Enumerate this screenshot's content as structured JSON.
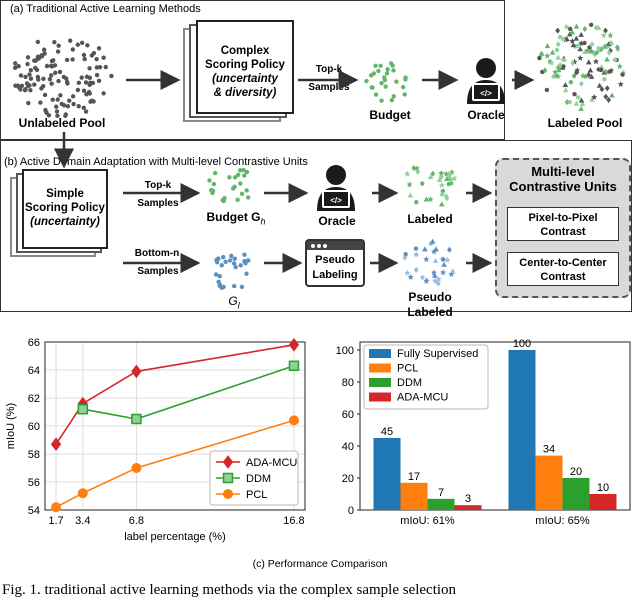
{
  "panel_a": {
    "title": "(a) Traditional Active Learning Methods",
    "policy_line1": "Complex",
    "policy_line2": "Scoring Policy",
    "policy_line3": "(uncertainty",
    "policy_line4": "& diversity)",
    "arrow_label_1": "Top-k",
    "arrow_label_2": "Samples",
    "budget": "Budget",
    "oracle": "Oracle",
    "labeled_pool": "Labeled Pool"
  },
  "unlabeled_pool": "Unlabeled Pool",
  "panel_b": {
    "title": "(b) Active Domain Adaptation with Multi-level Contrastive Units",
    "policy_line1": "Simple",
    "policy_line2": "Scoring Policy",
    "policy_line3": "(uncertainty)",
    "topk_1": "Top-k",
    "topk_2": "Samples",
    "bottomn_1": "Bottom-n",
    "bottomn_2": "Samples",
    "budget": "Budget G",
    "budget_sub": "h",
    "g_l": "G",
    "g_l_sub": "l",
    "oracle": "Oracle",
    "labeled": "Labeled",
    "pseudo_labeling_1": "Pseudo",
    "pseudo_labeling_2": "Labeling",
    "pseudo_labeled_1": "Pseudo",
    "pseudo_labeled_2": "Labeled",
    "mcu_title_1": "Multi-level",
    "mcu_title_2": "Contrastive Units",
    "pixel_1": "Pixel-to-Pixel",
    "pixel_2": "Contrast",
    "center_1": "Center-to-Center",
    "center_2": "Contrast"
  },
  "panel_c_label": "(c) Performance Comparison",
  "caption": "Fig. 1.  traditional active learning methods via the complex sample selection",
  "colors": {
    "gray_points": "#555555",
    "green_points": "#62b56a",
    "blue_points": "#5a8fc4",
    "ada_mcu": "#d62728",
    "ddm": "#2ca02c",
    "pcl": "#ff7f0e",
    "fully_supervised": "#1f77b4"
  },
  "chart_data": [
    {
      "type": "line",
      "xlabel": "label percentage (%)",
      "ylabel": "mIoU (%)",
      "x": [
        1.7,
        3.4,
        6.8,
        16.8
      ],
      "x_ticks": [
        "1.7",
        "3.4",
        "6.8",
        "16.8"
      ],
      "y_ticks": [
        "54",
        "56",
        "58",
        "60",
        "62",
        "64",
        "66"
      ],
      "ylim": [
        54,
        66
      ],
      "grid": true,
      "legend_position": "lower-right",
      "series": [
        {
          "name": "ADA-MCU",
          "values": [
            58.7,
            61.6,
            63.9,
            65.8
          ],
          "marker": "diamond",
          "color": "#d62728"
        },
        {
          "name": "DDM",
          "values": [
            null,
            61.2,
            60.5,
            64.3
          ],
          "marker": "square",
          "color": "#2ca02c"
        },
        {
          "name": "PCL",
          "values": [
            54.2,
            55.2,
            57.0,
            60.4
          ],
          "marker": "circle",
          "color": "#ff7f0e"
        }
      ]
    },
    {
      "type": "bar",
      "categories": [
        "mIoU: 61%",
        "mIoU: 65%"
      ],
      "y_ticks": [
        "0",
        "20",
        "40",
        "60",
        "80",
        "100"
      ],
      "ylim": [
        0,
        105
      ],
      "legend_position": "top-left",
      "series": [
        {
          "name": "Fully Supervised",
          "values": [
            45,
            100
          ],
          "color": "#1f77b4"
        },
        {
          "name": "PCL",
          "values": [
            17,
            34
          ],
          "color": "#ff7f0e"
        },
        {
          "name": "DDM",
          "values": [
            7,
            20
          ],
          "color": "#2ca02c"
        },
        {
          "name": "ADA-MCU",
          "values": [
            3,
            10
          ],
          "color": "#d62728"
        }
      ]
    }
  ]
}
